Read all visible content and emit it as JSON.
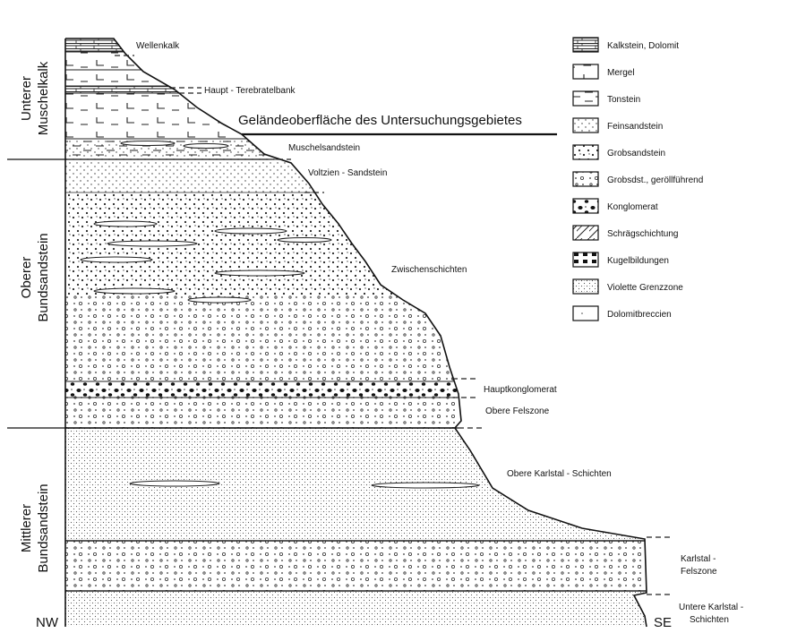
{
  "zones": {
    "unterer_muschelkalk": [
      "Unterer",
      "Muschelkalk"
    ],
    "oberer_bundsandstein": [
      "Oberer",
      "Bundsandstein"
    ],
    "mittlerer_bundsandstein": [
      "Mittlerer",
      "Bundsandstein"
    ]
  },
  "layers": {
    "wellenkalk": "Wellenkalk",
    "haupt_terebratelbank": "Haupt - Terebratelbank",
    "gelaendeoberflaeche": "Geländeoberfläche des Untersuchungsgebietes",
    "muschelsandstein": "Muschelsandstein",
    "voltzien_sandstein": "Voltzien - Sandstein",
    "zwischenschichten": "Zwischenschichten",
    "hauptkonglomerat": "Hauptkonglomerat",
    "obere_felszone": "Obere Felszone",
    "obere_karlstal_schichten": "Obere Karlstal - Schichten",
    "karlstal_felszone": [
      "Karlstal -",
      "Felszone"
    ],
    "untere_karlstal_schichten": [
      "Untere Karlstal -",
      "Schichten"
    ]
  },
  "orientation": {
    "left": "NW",
    "right": "SE"
  },
  "legend": [
    {
      "key": "kalkstein",
      "label": "Kalkstein, Dolomit"
    },
    {
      "key": "mergel",
      "label": "Mergel"
    },
    {
      "key": "tonstein",
      "label": "Tonstein"
    },
    {
      "key": "feinsandstein",
      "label": "Feinsandstein"
    },
    {
      "key": "grobsandstein",
      "label": "Grobsandstein"
    },
    {
      "key": "grobsdst",
      "label": "Grobsdst., geröllführend"
    },
    {
      "key": "konglomerat",
      "label": "Konglomerat"
    },
    {
      "key": "schraeg",
      "label": "Schrägschichtung"
    },
    {
      "key": "kugel",
      "label": "Kugelbildungen"
    },
    {
      "key": "violett",
      "label": "Violette Grenzzone"
    },
    {
      "key": "dolomit",
      "label": "Dolomitbreccien"
    }
  ]
}
